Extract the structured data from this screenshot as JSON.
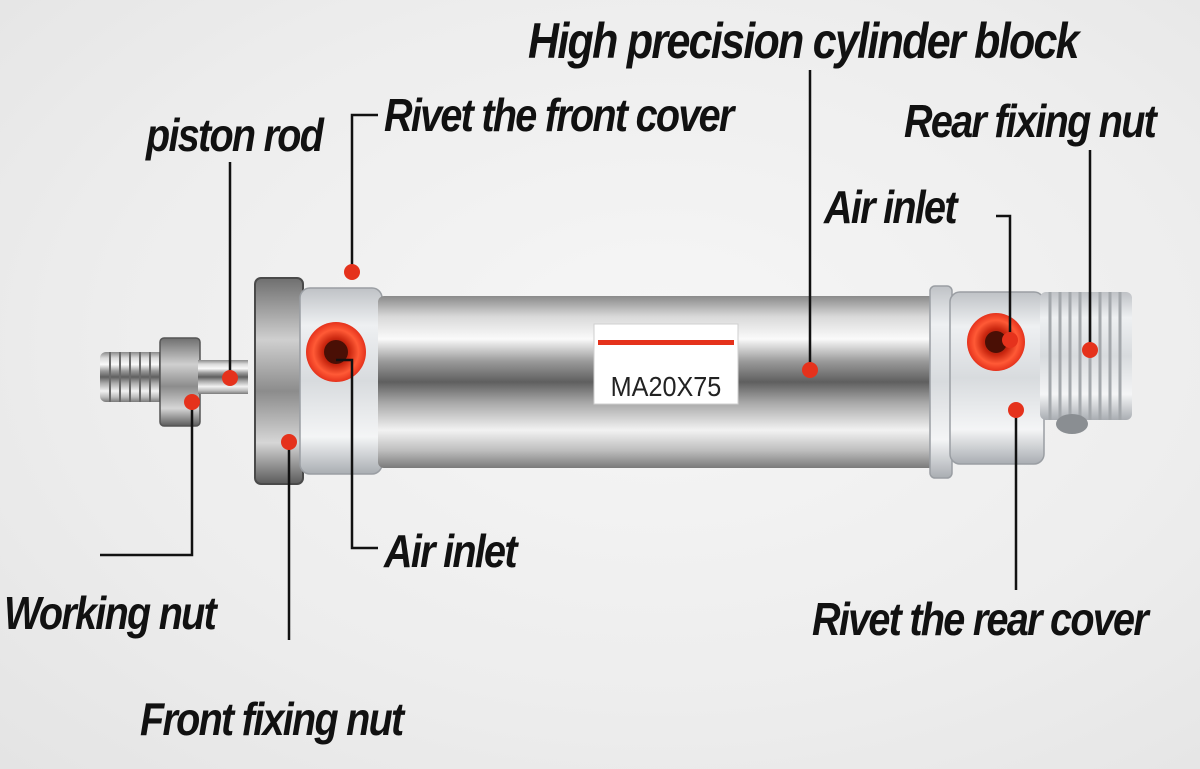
{
  "diagram": {
    "part_number": "MA20X75",
    "accent_color": "#e5321c",
    "labels": {
      "cylinder_block": "High precision cylinder block",
      "front_cover": "Rivet the front cover",
      "piston_rod": "piston rod",
      "rear_fixing_nut": "Rear fixing nut",
      "air_inlet_rear": "Air inlet",
      "air_inlet_front": "Air inlet",
      "working_nut": "Working nut",
      "rear_cover": "Rivet the rear cover",
      "front_fixing_nut": "Front fixing nut"
    }
  }
}
